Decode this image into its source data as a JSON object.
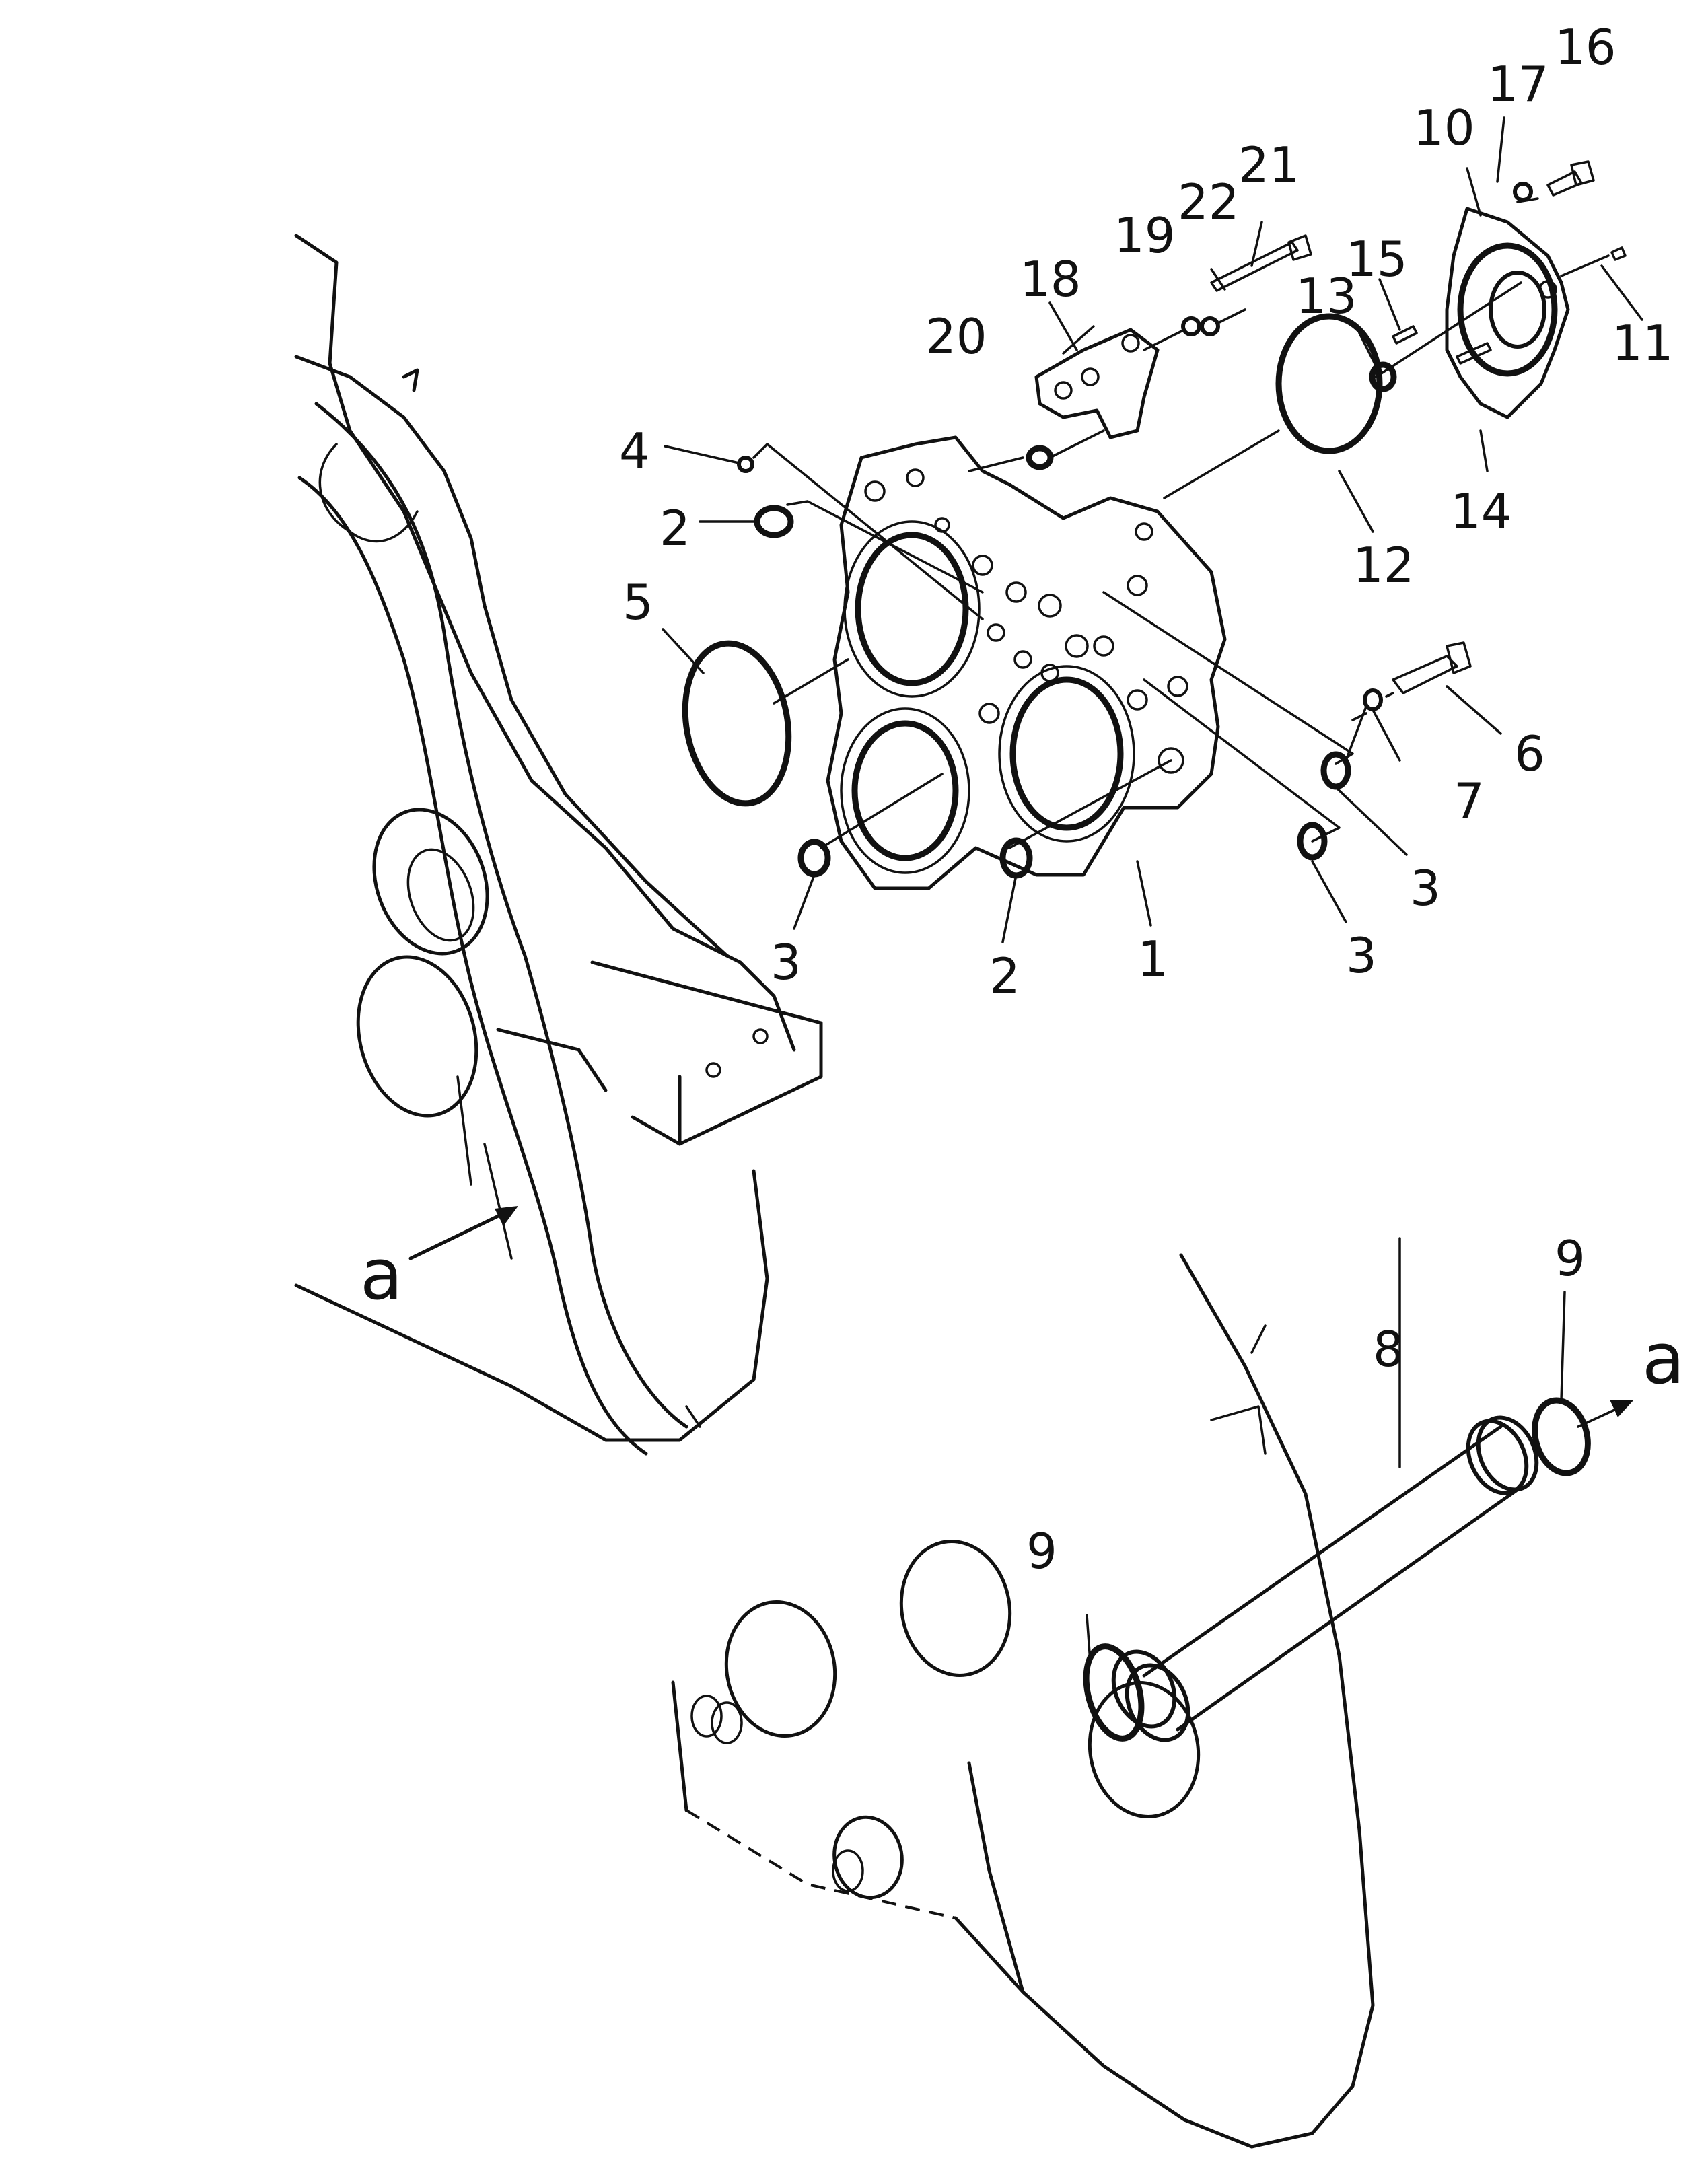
{
  "callouts": {
    "c1": "1",
    "c2a": "2",
    "c2b": "2",
    "c3a": "3",
    "c3b": "3",
    "c3c": "3",
    "c4": "4",
    "c5": "5",
    "c6": "6",
    "c7": "7",
    "c8": "8",
    "c9a": "9",
    "c9b": "9",
    "c10": "10",
    "c11": "11",
    "c12": "12",
    "c13": "13",
    "c14": "14",
    "c15": "15",
    "c16": "16",
    "c17": "17",
    "c18": "18",
    "c19": "19",
    "c20": "20",
    "c21": "21",
    "c22": "22"
  },
  "connector": {
    "a_left": "a",
    "a_right": "a"
  },
  "colors": {
    "line": "#111111",
    "background": "#ffffff"
  }
}
